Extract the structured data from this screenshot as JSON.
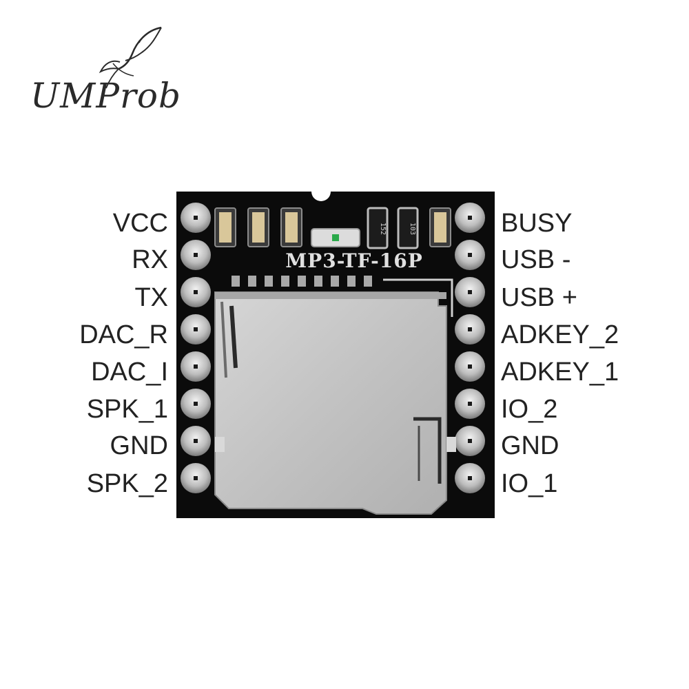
{
  "brand": {
    "name": "UMProb"
  },
  "module": {
    "silkscreen": "MP3-TF-16P",
    "resistor_1": "152",
    "resistor_2": "103"
  },
  "pins": {
    "left": [
      "VCC",
      "RX",
      "TX",
      "DAC_R",
      "DAC_I",
      "SPK_1",
      "GND",
      "SPK_2"
    ],
    "right": [
      "BUSY",
      "USB -",
      "USB +",
      "ADKEY_2",
      "ADKEY_1",
      "IO_2",
      "GND",
      "IO_1"
    ]
  },
  "colors": {
    "pcb": "#0b0b0b",
    "pad": "#c9c9c9",
    "sd_slot": "#c3c3c3",
    "label_text": "#222222",
    "led": "#2aa94a"
  }
}
